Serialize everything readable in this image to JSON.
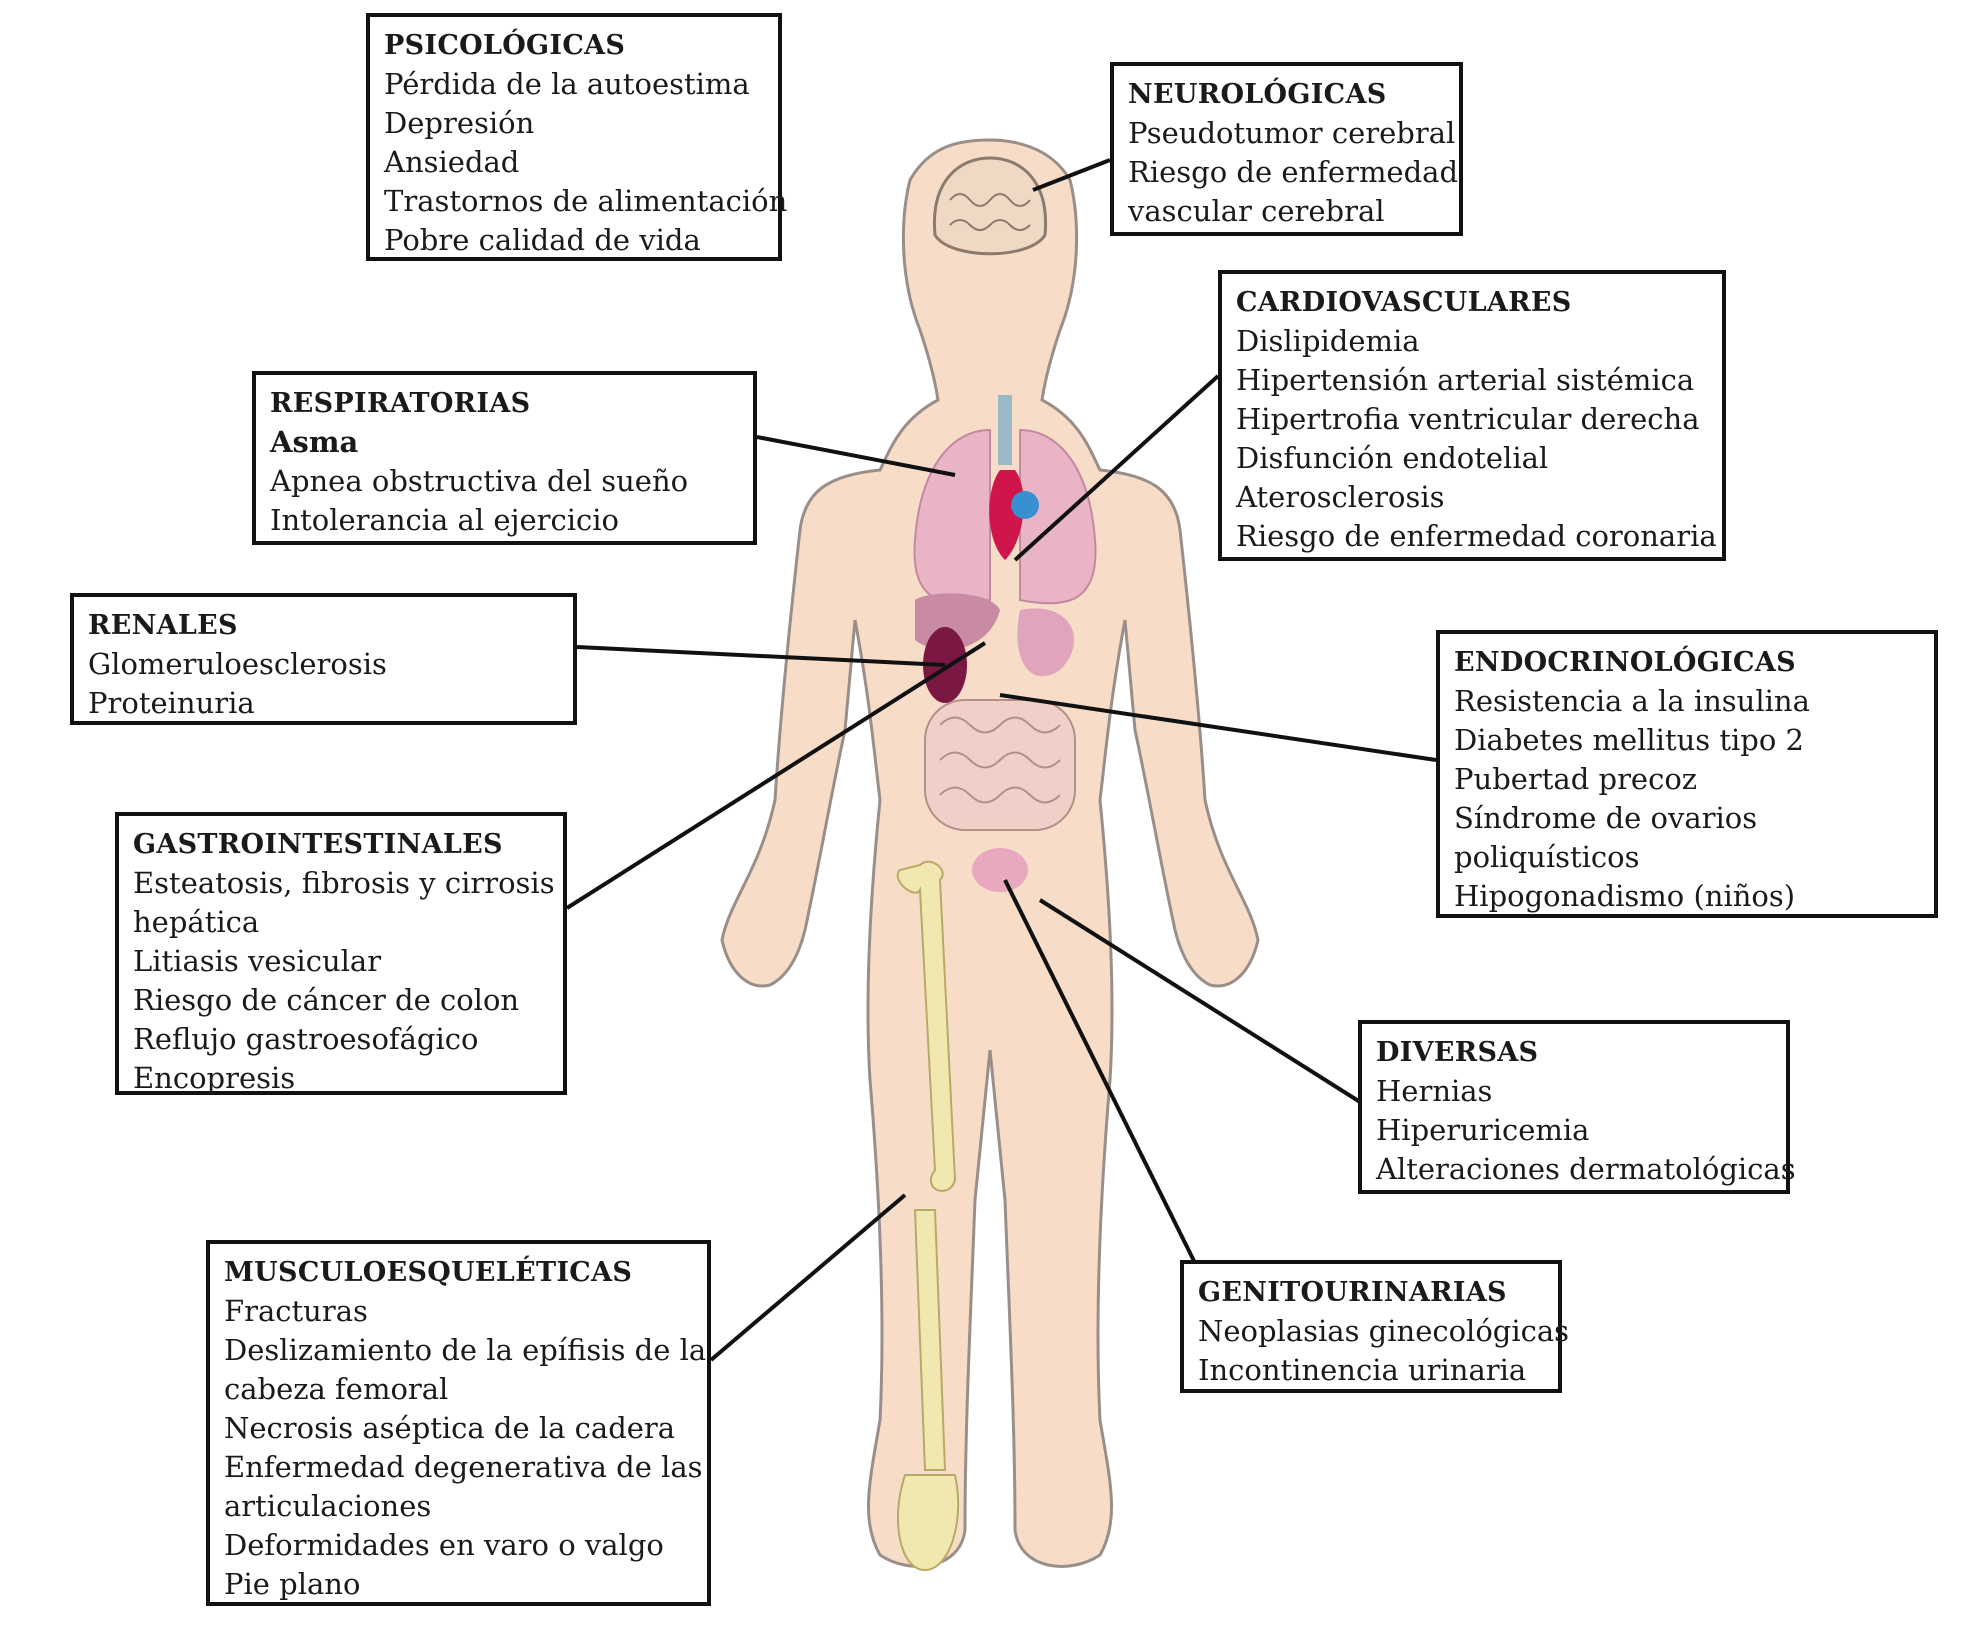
{
  "colors": {
    "skin": "#f7dcc8",
    "outline": "#9a8f88",
    "lung": "#e8b4c6",
    "heart_red": "#d0154a",
    "heart_blue": "#3a8fd1",
    "bone": "#f1e7b0",
    "kidney": "#7a1843",
    "intestine": "#f0cfc9",
    "line": "#111111"
  },
  "boxes": {
    "psicologicas": {
      "title": "PSICOLÓGICAS",
      "items": [
        "Pérdida de la autoestima",
        "Depresión",
        "Ansiedad",
        "Trastornos de alimentación",
        "Pobre calidad de vida"
      ]
    },
    "neurologicas": {
      "title": "NEUROLÓGICAS",
      "items": [
        "Pseudotumor cerebral",
        "Riesgo de enfermedad",
        "vascular cerebral"
      ]
    },
    "cardiovasculares": {
      "title": "CARDIOVASCULARES",
      "items": [
        "Dislipidemia",
        "Hipertensión arterial sistémica",
        "Hipertrofia ventricular derecha",
        "Disfunción endotelial",
        "Aterosclerosis",
        "Riesgo de enfermedad coronaria"
      ]
    },
    "respiratorias": {
      "title": "RESPIRATORIAS",
      "items": [
        "Asma",
        "Apnea obstructiva del sueño",
        "Intolerancia al ejercicio"
      ]
    },
    "renales": {
      "title": "RENALES",
      "items": [
        "Glomeruloesclerosis",
        "Proteinuria"
      ]
    },
    "endocrinologicas": {
      "title": "ENDOCRINOLÓGICAS",
      "items": [
        "Resistencia a la insulina",
        "Diabetes mellitus tipo 2",
        "Pubertad precoz",
        "Síndrome de ovarios",
        "poliquísticos",
        "Hipogonadismo (niños)"
      ]
    },
    "gastrointestinales": {
      "title": "GASTROINTESTINALES",
      "items": [
        "Esteatosis, fibrosis y cirrosis",
        "hepática",
        "Litiasis vesicular",
        "Riesgo de cáncer de colon",
        "Reflujo gastroesofágico",
        "Encopresis"
      ]
    },
    "diversas": {
      "title": "DIVERSAS",
      "items": [
        "Hernias",
        "Hiperuricemia",
        "Alteraciones dermatológicas"
      ]
    },
    "genitourinarias": {
      "title": "GENITOURINARIAS",
      "items": [
        "Neoplasias ginecológicas",
        "Incontinencia urinaria"
      ]
    },
    "musculoesqueleticas": {
      "title": "MUSCULOESQUELÉTICAS",
      "items": [
        "Fracturas",
        "Deslizamiento de la epífisis de la",
        "cabeza femoral",
        "Necrosis aséptica de la cadera",
        "Enfermedad degenerativa de las",
        "articulaciones",
        "Deformidades en varo o valgo",
        "Pie plano"
      ]
    }
  }
}
